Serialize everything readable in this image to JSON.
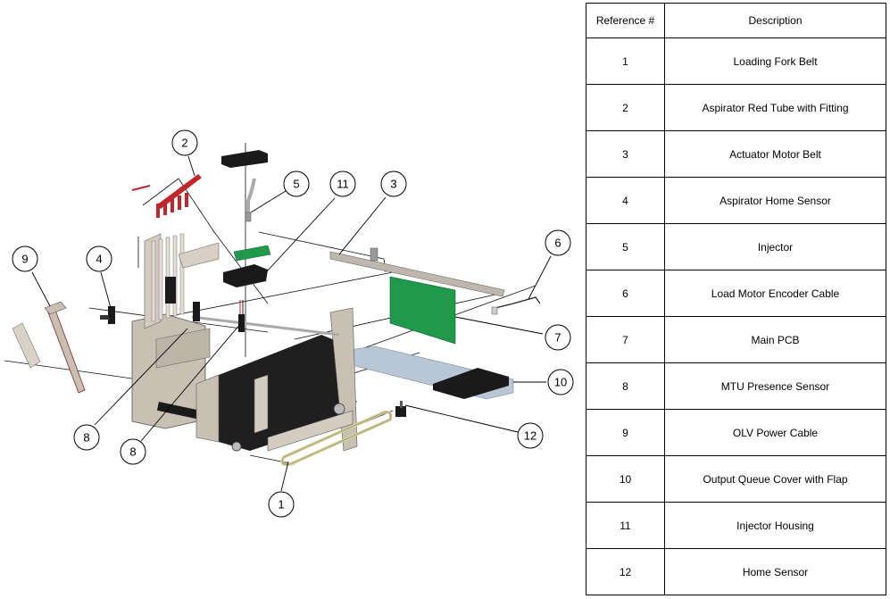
{
  "table": {
    "headers": {
      "reference": "Reference #",
      "description": "Description"
    },
    "rows": [
      {
        "ref": "1",
        "description": "Loading Fork Belt"
      },
      {
        "ref": "2",
        "description": "Aspirator Red Tube with Fitting"
      },
      {
        "ref": "3",
        "description": "Actuator Motor Belt"
      },
      {
        "ref": "4",
        "description": "Aspirator Home Sensor"
      },
      {
        "ref": "5",
        "description": "Injector"
      },
      {
        "ref": "6",
        "description": "Load Motor Encoder Cable"
      },
      {
        "ref": "7",
        "description": "Main PCB"
      },
      {
        "ref": "8",
        "description": "MTU Presence Sensor"
      },
      {
        "ref": "9",
        "description": "OLV Power Cable"
      },
      {
        "ref": "10",
        "description": "Output Queue Cover with Flap"
      },
      {
        "ref": "11",
        "description": "Injector Housing"
      },
      {
        "ref": "12",
        "description": "Home Sensor"
      }
    ]
  },
  "diagram": {
    "callouts": [
      {
        "label": "1",
        "part": "Loading Fork Belt"
      },
      {
        "label": "2",
        "part": "Aspirator Red Tube with Fitting"
      },
      {
        "label": "3",
        "part": "Actuator Motor Belt"
      },
      {
        "label": "4",
        "part": "Aspirator Home Sensor"
      },
      {
        "label": "5",
        "part": "Injector"
      },
      {
        "label": "6",
        "part": "Load Motor Encoder Cable"
      },
      {
        "label": "7",
        "part": "Main PCB"
      },
      {
        "label": "8",
        "part": "MTU Presence Sensor"
      },
      {
        "label": "8",
        "part": "MTU Presence Sensor"
      },
      {
        "label": "9",
        "part": "OLV Power Cable"
      },
      {
        "label": "10",
        "part": "Output Queue Cover with Flap"
      },
      {
        "label": "11",
        "part": "Injector Housing"
      },
      {
        "label": "12",
        "part": "Home Sensor"
      }
    ],
    "colors": {
      "red_tube": "#c0272d",
      "pcb_green": "#1f9a4b",
      "frame_beige": "#c9c0b4",
      "black_part": "#1a1a1a",
      "belt_tan": "#d6cf9e",
      "cover_blue": "#b8c6d6"
    }
  }
}
